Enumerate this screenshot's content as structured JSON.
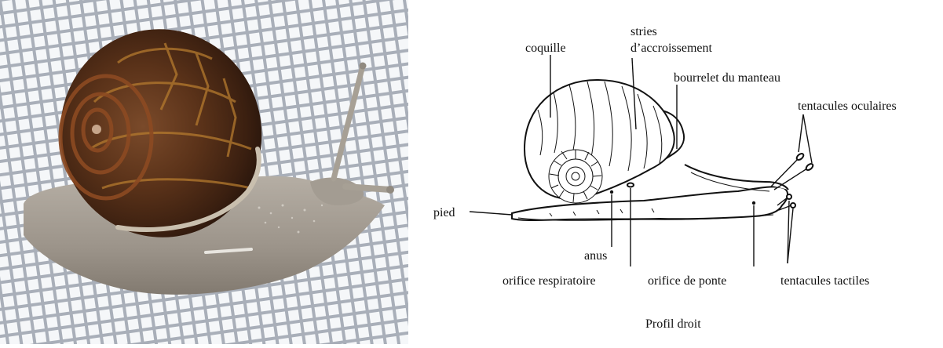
{
  "diagram": {
    "labels": {
      "coquille": "coquille",
      "stries_line1": "stries",
      "stries_line2": "d’accroissement",
      "bourrelet": "bourrelet du manteau",
      "tentacules_oculaires": "tentacules oculaires",
      "pied": "pied",
      "anus": "anus",
      "orifice_respiratoire": "orifice respiratoire",
      "orifice_de_ponte": "orifice de ponte",
      "tentacules_tactiles": "tentacules tactiles"
    },
    "caption": "Profil droit"
  },
  "colors": {
    "mesh_background": "#e9ecef",
    "snail_body": "#a59e93",
    "shell_dark": "#4a2a17",
    "shell_band": "#b47a2e"
  }
}
